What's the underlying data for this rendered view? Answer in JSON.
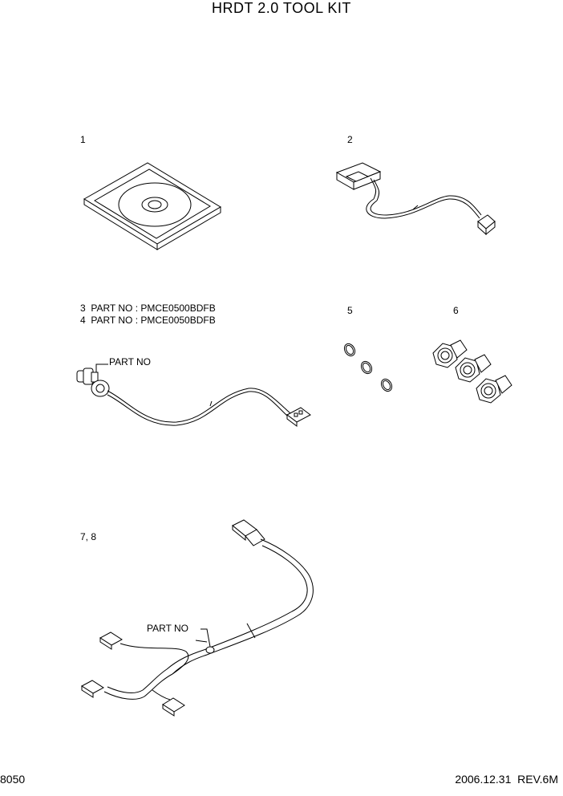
{
  "title": "HRDT 2.0 TOOL KIT",
  "items": {
    "item1": "1",
    "item2": "2",
    "item3": "3  PART NO : PMCE0500BDFB",
    "item4": "4  PART NO : PMCE0050BDFB",
    "item5": "5",
    "item6": "6",
    "item78": "7, 8"
  },
  "callouts": {
    "sensor_part_no": "PART NO",
    "harness_part_no": "PART NO"
  },
  "footer": {
    "page_number": "8050",
    "revision": "2006.12.31  REV.6M"
  }
}
